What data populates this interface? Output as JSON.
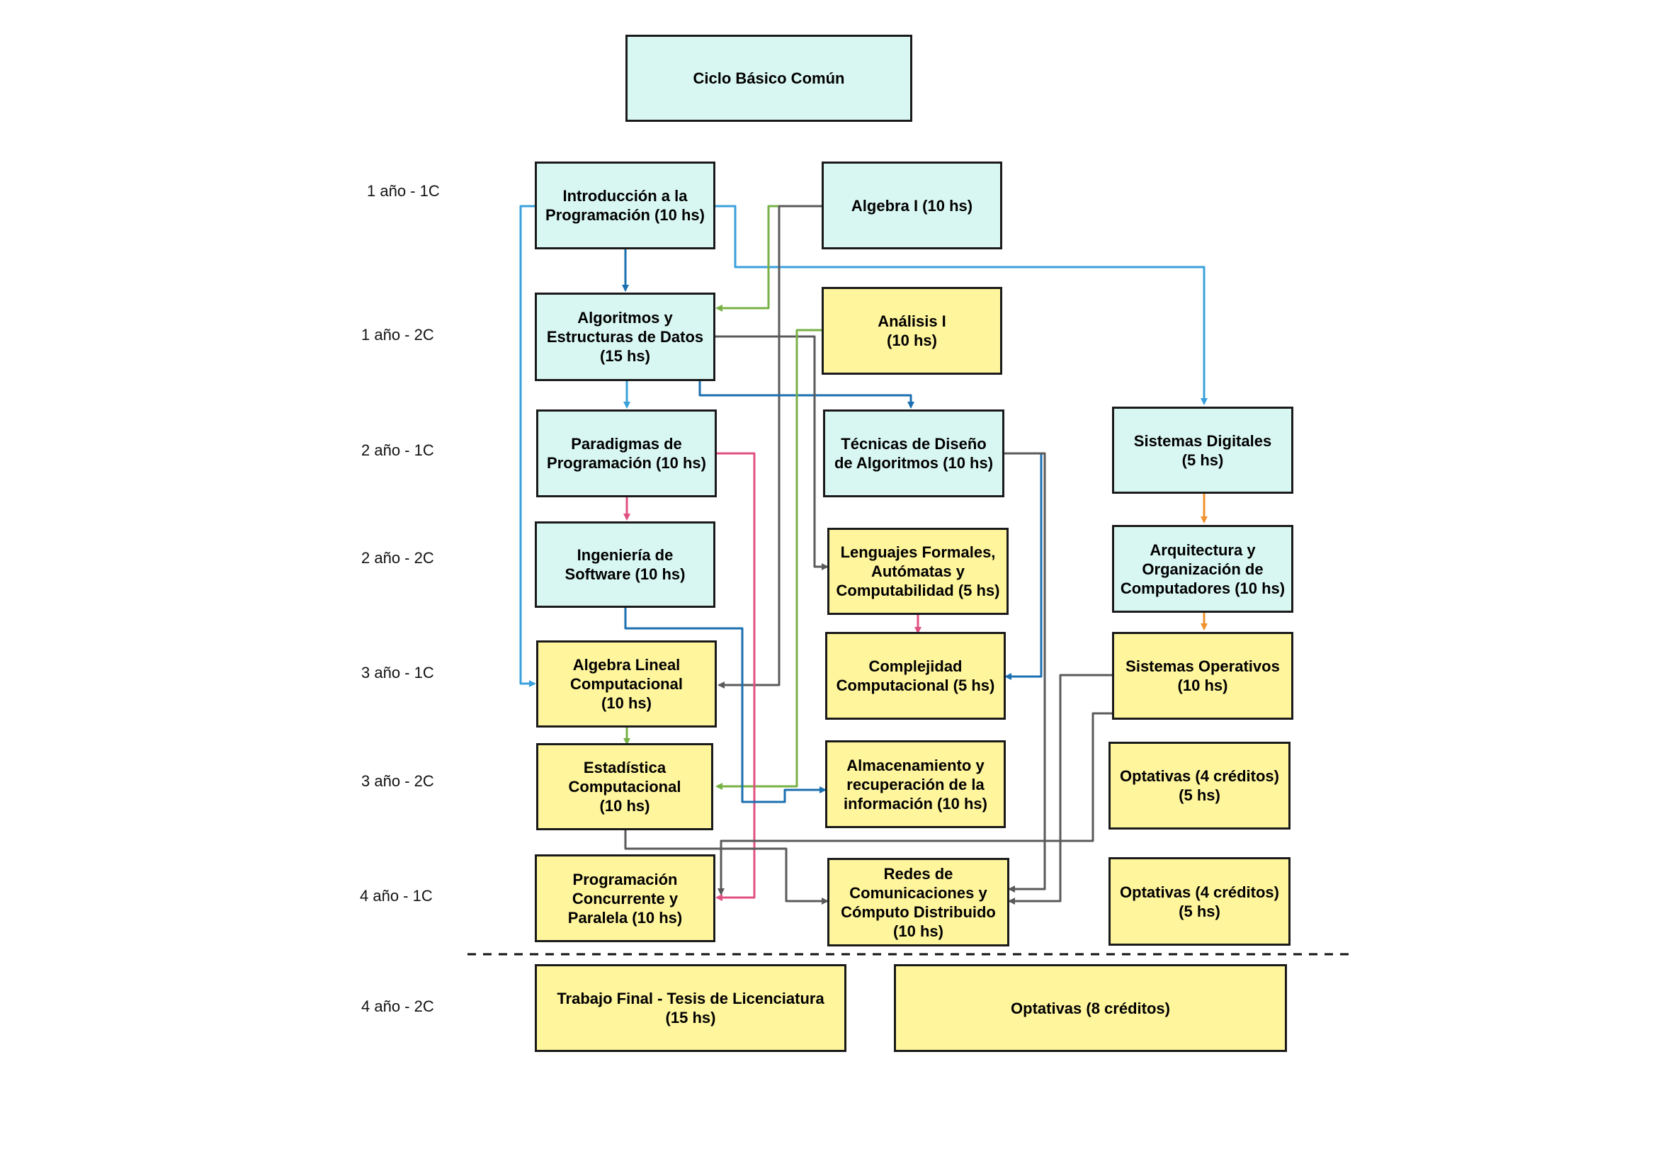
{
  "rows": [
    "1 año - 1C",
    "1 año - 2C",
    "2 año - 1C",
    "2 año - 2C",
    "3 año - 1C",
    "3 año - 2C",
    "4 año - 1C",
    "4 año - 2C"
  ],
  "courses": {
    "cbc": "Ciclo Básico Común",
    "intro": "Introducción a la\nProgramación (10 hs)",
    "algebra1": "Algebra I (10 hs)",
    "aed": "Algoritmos y\nEstructuras de Datos\n(15 hs)",
    "analisis1": "Análisis I\n(10 hs)",
    "paradigmas": "Paradigmas de\nProgramación (10 hs)",
    "tecnicas": "Técnicas de Diseño\nde Algoritmos (10 hs)",
    "digitales": "Sistemas Digitales\n(5 hs)",
    "ingsoft": "Ingeniería de\nSoftware (10 hs)",
    "lenguajes": "Lenguajes Formales,\nAutómatas y\nComputabilidad (5 hs)",
    "arquitectura": "Arquitectura y\nOrganización de\nComputadores (10 hs)",
    "algebralineal": "Algebra Lineal\nComputacional\n(10 hs)",
    "complejidad": "Complejidad\nComputacional (5 hs)",
    "sisop": "Sistemas Operativos\n(10 hs)",
    "estadistica": "Estadística\nComputacional\n(10 hs)",
    "almacenamiento": "Almacenamiento y\nrecuperación de la\ninformación (10 hs)",
    "optativas1": "Optativas (4 créditos)\n(5 hs)",
    "concurrente": "Programación\nConcurrente y\nParalela (10 hs)",
    "redes": "Redes de\nComunicaciones y\nCómputo Distribuido\n(10 hs)",
    "optativas2": "Optativas (4 créditos)\n(5 hs)",
    "tesis": "Trabajo Final - Tesis de Licenciatura\n(15 hs)",
    "optativas3": "Optativas (8 créditos)"
  },
  "colors": {
    "teal_fill": "#d9f7f2",
    "yellow_fill": "#fff59d",
    "border": "#1a1a1a",
    "arrow_blue_light": "#3aa0dc",
    "arrow_blue_dark": "#1b6fb0",
    "arrow_gray": "#5a5a5a",
    "arrow_green": "#77b144",
    "arrow_pink": "#e0507f",
    "arrow_orange": "#f0922e"
  }
}
